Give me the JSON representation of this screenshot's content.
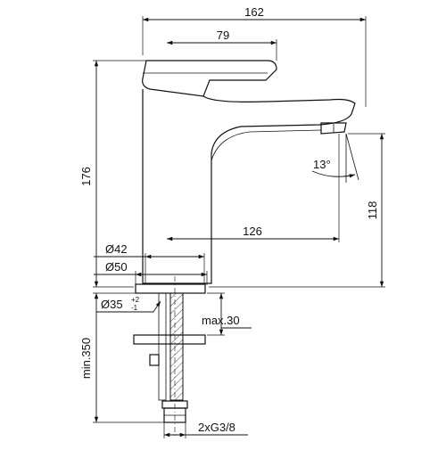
{
  "drawing": {
    "dimensions": {
      "total_width": "162",
      "lever_width": "79",
      "total_height": "176",
      "spout_height": "118",
      "spout_reach": "126",
      "spout_angle": "13°",
      "base_diameter_42": "Ø42",
      "base_diameter_50": "Ø50",
      "hole_diameter": "Ø35",
      "hole_tol_plus": "+2",
      "hole_tol_minus": "-1",
      "max_deck": "max.30",
      "hose_length": "min.350",
      "connection": "2xG3/8"
    }
  }
}
